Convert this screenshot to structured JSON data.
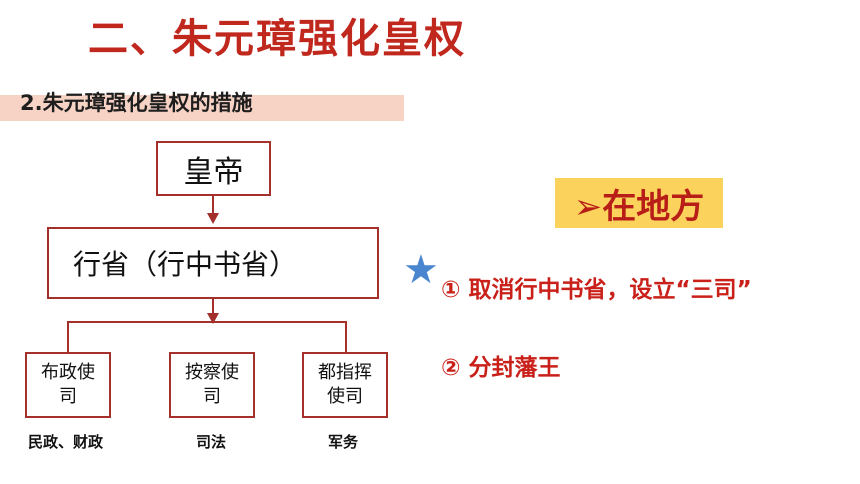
{
  "header": {
    "title": "二、朱元璋强化皇权",
    "subtitle": "2.朱元璋强化皇权的措施"
  },
  "diagram": {
    "emperor": "皇帝",
    "province_line1": "行省（行中书省）",
    "province_overlap": "行中书省",
    "sub_offices": [
      {
        "name": "布政使司",
        "duty": "民政、财政"
      },
      {
        "name": "按察使司",
        "duty": "司法"
      },
      {
        "name": "都指挥使司",
        "duty": "军务"
      }
    ]
  },
  "local": {
    "tag": "➢在地方",
    "points": [
      "① 取消行中书省，设立“三司”",
      "② 分封藩王"
    ],
    "star_icon": "star-icon"
  },
  "colors": {
    "title_red": "#c0271d",
    "border_red": "#a3302a",
    "tag_bg": "#fbd25c",
    "star_blue": "#4a86cf",
    "subtitle_band": "#f6d3c5"
  }
}
